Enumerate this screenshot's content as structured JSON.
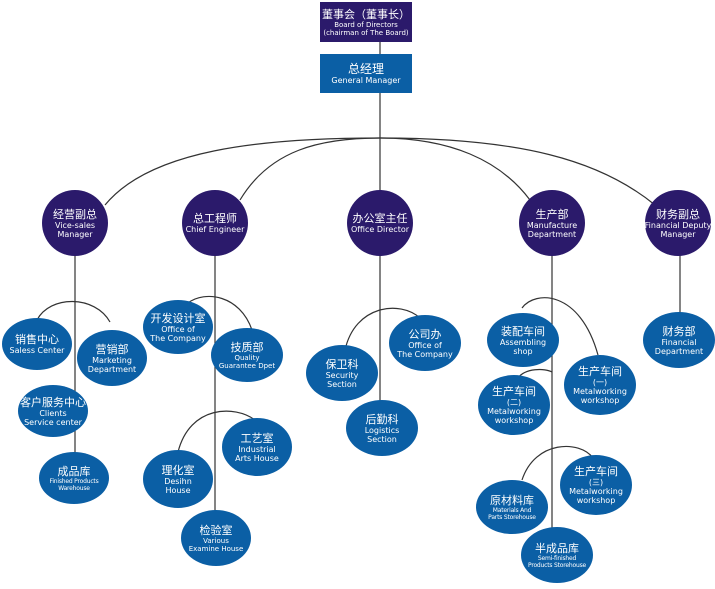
{
  "colors": {
    "top_box": "#2b1a6b",
    "gm_box": "#0b5fa5",
    "level1_circle": "#2b1a6b",
    "level2_ellipse": "#0b5fa5",
    "line": "#333333"
  },
  "top": {
    "board": {
      "zh": "董事会（董事长）",
      "en1": "Board of Directors",
      "en2": "(chairman of The Board)"
    },
    "gm": {
      "zh": "总经理",
      "en": "General Manager"
    }
  },
  "level1": [
    {
      "zh": "经营副总",
      "en1": "Vice-sales",
      "en2": "Manager"
    },
    {
      "zh": "总工程师",
      "en1": "Chief Engineer",
      "en2": ""
    },
    {
      "zh": "办公室主任",
      "en1": "Office Director",
      "en2": ""
    },
    {
      "zh": "生产部",
      "en1": "Manufacture",
      "en2": "Department"
    },
    {
      "zh": "财务副总",
      "en1": "Financial Deputy",
      "en2": "Manager"
    }
  ],
  "sales": [
    {
      "zh": "销售中心",
      "en1": "Saless Center",
      "en2": ""
    },
    {
      "zh": "营销部",
      "en1": "Marketing",
      "en2": "Department"
    },
    {
      "zh": "客户服务中心",
      "en1": "Clients",
      "en2": "Service center"
    },
    {
      "zh": "成品库",
      "en1": "Finished Products",
      "en2": "Warehouse"
    }
  ],
  "engineer": [
    {
      "zh": "开发设计室",
      "en1": "Office of",
      "en2": "The Company"
    },
    {
      "zh": "技质部",
      "en1": "Quality",
      "en2": "Guarantee Dpet"
    },
    {
      "zh": "工艺室",
      "en1": "Industrial",
      "en2": "Arts House"
    },
    {
      "zh": "理化室",
      "en1": "Desihn",
      "en2": "House"
    },
    {
      "zh": "检验室",
      "en1": "Various",
      "en2": "Examine House"
    }
  ],
  "office": [
    {
      "zh": "保卫科",
      "en1": "Security",
      "en2": "Section"
    },
    {
      "zh": "公司办",
      "en1": "Office of",
      "en2": "The Company"
    },
    {
      "zh": "后勤科",
      "en1": "Logistics",
      "en2": "Section"
    }
  ],
  "manufacture": [
    {
      "zh": "装配车间",
      "en1": "Assembling",
      "en2": "shop",
      "en3": ""
    },
    {
      "zh": "生产车间",
      "en1": "(一)",
      "en2": "Metalworking",
      "en3": "workshop"
    },
    {
      "zh": "生产车间",
      "en1": "(二)",
      "en2": "Metalworking",
      "en3": "workshop"
    },
    {
      "zh": "生产车间",
      "en1": "(三)",
      "en2": "Metalworking",
      "en3": "workshop"
    },
    {
      "zh": "原材料库",
      "en1": "Materials And",
      "en2": "Parts Storehouse",
      "en3": ""
    },
    {
      "zh": "半成品库",
      "en1": "Semi-finished",
      "en2": "Products Storehouse",
      "en3": ""
    }
  ],
  "finance": [
    {
      "zh": "财务部",
      "en1": "Financial",
      "en2": "Department"
    }
  ]
}
